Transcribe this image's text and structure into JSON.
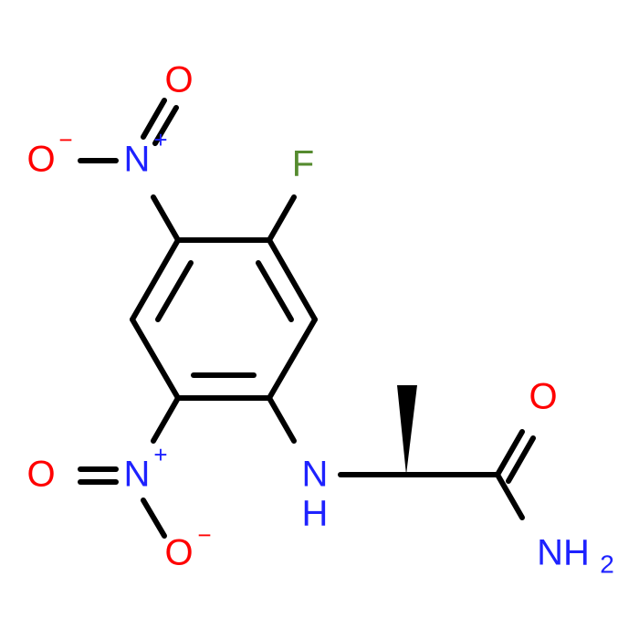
{
  "molecule": {
    "atoms": {
      "fluorine": {
        "symbol": "F",
        "color": "#558b2f"
      },
      "nitro_top_n": {
        "symbol": "N",
        "charge": "+",
        "color": "#1e22ff"
      },
      "nitro_top_o_double": {
        "symbol": "O",
        "color": "#ff0000"
      },
      "nitro_top_o_single": {
        "symbol": "O",
        "charge": "−",
        "color": "#ff0000"
      },
      "nitro_bottom_n": {
        "symbol": "N",
        "charge": "+",
        "color": "#1e22ff"
      },
      "nitro_bottom_o_double": {
        "symbol": "O",
        "color": "#ff0000"
      },
      "nitro_bottom_o_single": {
        "symbol": "O",
        "charge": "−",
        "color": "#ff0000"
      },
      "amine_n": {
        "symbol": "N",
        "color": "#1e22ff"
      },
      "amine_h": {
        "symbol": "H",
        "color": "#1e22ff"
      },
      "carbonyl_o": {
        "symbol": "O",
        "color": "#ff0000"
      },
      "amide_n": {
        "symbol": "NH",
        "subscript": "2",
        "color": "#1e22ff"
      }
    },
    "bond_color": "#000000"
  }
}
